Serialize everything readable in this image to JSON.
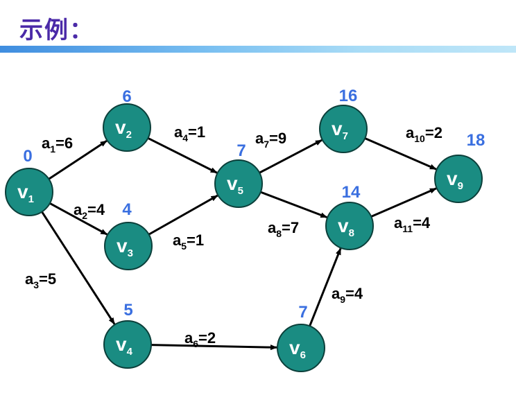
{
  "title": "示例：",
  "colors": {
    "title": "#4b2aa8",
    "node_fill": "#1a8c82",
    "node_stroke": "#0b3f3a",
    "time_label": "#3a6fe0",
    "edge": "#000000"
  },
  "nodes": [
    {
      "id": "v1",
      "letter": "v",
      "sub": "1",
      "time": "0"
    },
    {
      "id": "v2",
      "letter": "v",
      "sub": "2",
      "time": "6"
    },
    {
      "id": "v3",
      "letter": "v",
      "sub": "3",
      "time": "4"
    },
    {
      "id": "v4",
      "letter": "v",
      "sub": "4",
      "time": "5"
    },
    {
      "id": "v5",
      "letter": "v",
      "sub": "5",
      "time": "7"
    },
    {
      "id": "v6",
      "letter": "v",
      "sub": "6",
      "time": "7"
    },
    {
      "id": "v7",
      "letter": "v",
      "sub": "7",
      "time": "16"
    },
    {
      "id": "v8",
      "letter": "v",
      "sub": "8",
      "time": "14"
    },
    {
      "id": "v9",
      "letter": "v",
      "sub": "9",
      "time": "18"
    }
  ],
  "edges": [
    {
      "from": "v1",
      "to": "v2",
      "name": "a",
      "sub": "1",
      "value": "6"
    },
    {
      "from": "v1",
      "to": "v3",
      "name": "a",
      "sub": "2",
      "value": "4"
    },
    {
      "from": "v1",
      "to": "v4",
      "name": "a",
      "sub": "3",
      "value": "5"
    },
    {
      "from": "v2",
      "to": "v5",
      "name": "a",
      "sub": "4",
      "value": "1"
    },
    {
      "from": "v3",
      "to": "v5",
      "name": "a",
      "sub": "5",
      "value": "1"
    },
    {
      "from": "v4",
      "to": "v6",
      "name": "a",
      "sub": "6",
      "value": "2"
    },
    {
      "from": "v5",
      "to": "v7",
      "name": "a",
      "sub": "7",
      "value": "9"
    },
    {
      "from": "v5",
      "to": "v8",
      "name": "a",
      "sub": "8",
      "value": "7"
    },
    {
      "from": "v6",
      "to": "v8",
      "name": "a",
      "sub": "9",
      "value": "4"
    },
    {
      "from": "v7",
      "to": "v9",
      "name": "a",
      "sub": "10",
      "value": "2"
    },
    {
      "from": "v8",
      "to": "v9",
      "name": "a",
      "sub": "11",
      "value": "4"
    }
  ]
}
